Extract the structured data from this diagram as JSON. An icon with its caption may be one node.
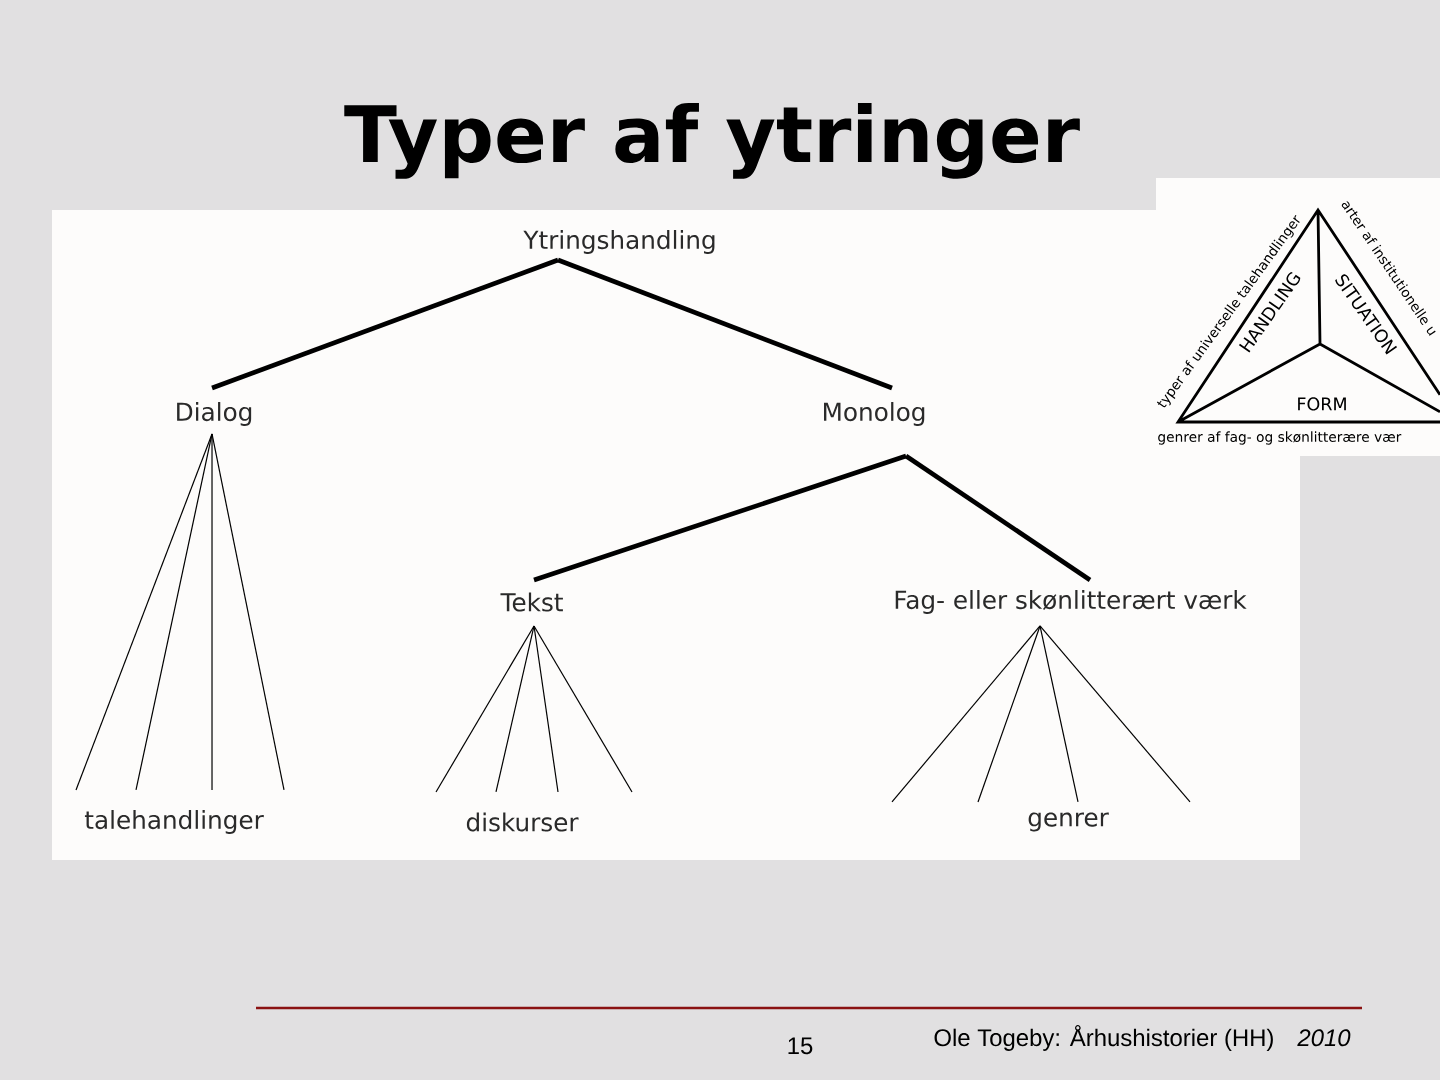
{
  "diagram": {
    "title": "Typer af ytringer",
    "nodes": [
      {
        "text": [
          "Ytringshandling"
        ]
      },
      {
        "text": [
          "Dialog"
        ]
      },
      {
        "text": [
          "Monolog"
        ]
      },
      {
        "text": [
          "Tekst"
        ]
      },
      {
        "text": [
          "Fag- eller skønlitterært værk"
        ]
      },
      {
        "text": [
          "talehandlinger"
        ]
      },
      {
        "text": [
          "diskurser"
        ]
      },
      {
        "text": [
          "genrer"
        ]
      }
    ],
    "edges": [
      {
        "from": 0,
        "to": 1,
        "arrow": "none",
        "style": "thick"
      },
      {
        "from": 0,
        "to": 2,
        "arrow": "none",
        "style": "thick"
      },
      {
        "from": 1,
        "to": 5,
        "arrow": "none"
      },
      {
        "from": 1,
        "to": 5,
        "arrow": "none"
      },
      {
        "from": 1,
        "to": 5,
        "arrow": "none"
      },
      {
        "from": 1,
        "to": 5,
        "arrow": "none"
      },
      {
        "from": 2,
        "to": 3,
        "arrow": "none",
        "style": "thick"
      },
      {
        "from": 2,
        "to": 4,
        "arrow": "none",
        "style": "thick"
      },
      {
        "from": 3,
        "to": 6,
        "arrow": "none"
      },
      {
        "from": 3,
        "to": 6,
        "arrow": "none"
      },
      {
        "from": 3,
        "to": 6,
        "arrow": "none"
      },
      {
        "from": 3,
        "to": 6,
        "arrow": "none"
      },
      {
        "from": 4,
        "to": 7,
        "arrow": "none"
      },
      {
        "from": 4,
        "to": 7,
        "arrow": "none"
      },
      {
        "from": 4,
        "to": 7,
        "arrow": "none"
      },
      {
        "from": 4,
        "to": 7,
        "arrow": "none"
      }
    ],
    "labels": [
      "typer af universelle talehandlinger",
      "arter af institutionelle u",
      "HANDLING",
      "SITUATION",
      "FORM",
      "genrer af fag- og skønlitterære vær",
      "15",
      "Ole Togeby: Århushistorier (HH)",
      "2010"
    ]
  }
}
